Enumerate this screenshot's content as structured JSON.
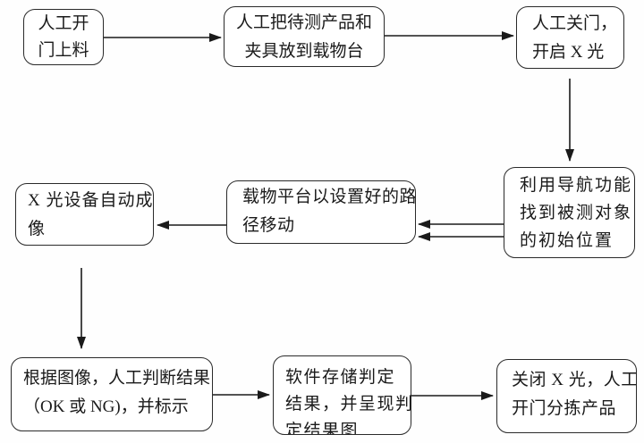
{
  "flowchart": {
    "nodes": [
      {
        "id": "manual-open-load",
        "lines": [
          "人工开",
          "门上料"
        ]
      },
      {
        "id": "place-product-on-stage",
        "lines": [
          "人工把待测产品和",
          "夹具放到载物台"
        ]
      },
      {
        "id": "close-door-xray-on",
        "lines": [
          "人工关门，",
          "开启 X 光"
        ]
      },
      {
        "id": "navigate-initial-position",
        "lines": [
          "利用导航功能",
          "找到被测对象",
          "的初始位置"
        ]
      },
      {
        "id": "stage-moves-on-path",
        "lines": [
          "载物平台以设置好的路",
          "径移动"
        ]
      },
      {
        "id": "xray-auto-imaging",
        "lines": [
          "X 光设备自动成",
          "像"
        ]
      },
      {
        "id": "manual-judge-result",
        "lines": [
          "根据图像，人工判断结果",
          "（OK 或 NG)，并标示"
        ]
      },
      {
        "id": "software-store-result",
        "lines": [
          "软件存储判定",
          "结果，并呈现判",
          "定结果图"
        ]
      },
      {
        "id": "xray-off-sort-product",
        "lines": [
          "关闭 X 光，人工",
          "开门分拣产品"
        ]
      }
    ],
    "connections": [
      {
        "from": "manual-open-load",
        "to": "place-product-on-stage",
        "direction": "right"
      },
      {
        "from": "place-product-on-stage",
        "to": "close-door-xray-on",
        "direction": "right"
      },
      {
        "from": "close-door-xray-on",
        "to": "navigate-initial-position",
        "direction": "down"
      },
      {
        "from": "navigate-initial-position",
        "to": "stage-moves-on-path",
        "direction": "left",
        "style": "double"
      },
      {
        "from": "stage-moves-on-path",
        "to": "xray-auto-imaging",
        "direction": "left"
      },
      {
        "from": "xray-auto-imaging",
        "to": "manual-judge-result",
        "direction": "down"
      },
      {
        "from": "manual-judge-result",
        "to": "software-store-result",
        "direction": "right"
      },
      {
        "from": "software-store-result",
        "to": "xray-off-sort-product",
        "direction": "right"
      }
    ],
    "colors": {
      "line": "#1a1a1a",
      "border": "#2a2a2a",
      "node_bg": "#ffffff",
      "page_bg": "#fefefe",
      "text": "#1a1a1a"
    }
  }
}
